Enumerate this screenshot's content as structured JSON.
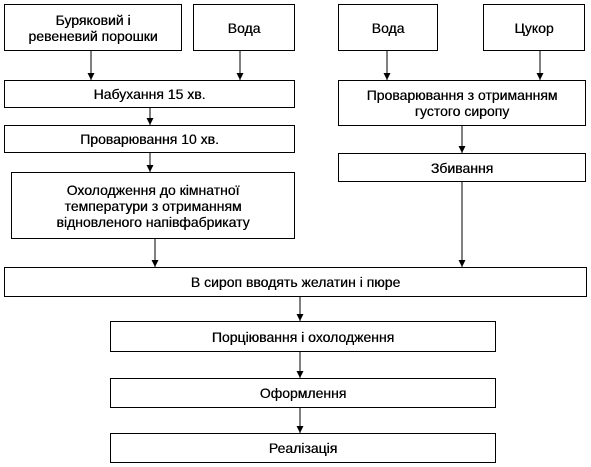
{
  "steps": {
    "powders": "Буряковий і\nревеневий порошки",
    "water_left": "Вода",
    "water_right": "Вода",
    "sugar": "Цукор",
    "swelling": "Набухання  15 хв.",
    "boiling": "Проварювання 10 хв.",
    "cooling": "Охолодження  до кімнатної\nтемператури з отриманням\nвідновленого напівфабрикату",
    "syrup": "Проварювання з отриманням\nгустого сиропу",
    "whipping": "Збивання",
    "gelatin": "В сироп вводять желатин і пюре",
    "portioning": "Порціювання і охолодження",
    "decorating": "Оформлення",
    "sale": "Реалізація"
  }
}
